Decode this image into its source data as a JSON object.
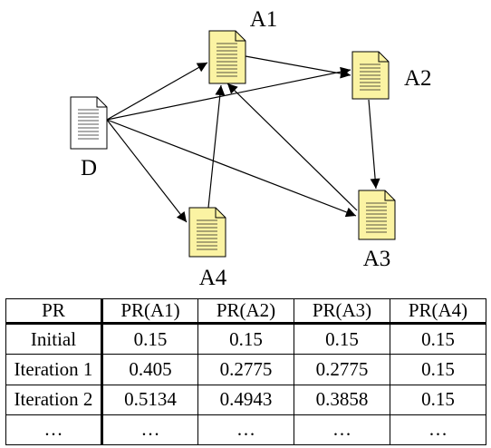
{
  "diagram": {
    "nodes": {
      "D": {
        "label": "D",
        "fill": "#ffffff"
      },
      "A1": {
        "label": "A1",
        "fill": "#fbf3a3"
      },
      "A2": {
        "label": "A2",
        "fill": "#fbf3a3"
      },
      "A3": {
        "label": "A3",
        "fill": "#fbf3a3"
      },
      "A4": {
        "label": "A4",
        "fill": "#fbf3a3"
      }
    },
    "edges": [
      [
        "D",
        "A1"
      ],
      [
        "D",
        "A2"
      ],
      [
        "D",
        "A3"
      ],
      [
        "D",
        "A4"
      ],
      [
        "A1",
        "A2"
      ],
      [
        "A2",
        "A3"
      ],
      [
        "A3",
        "A1"
      ],
      [
        "A4",
        "A1"
      ]
    ],
    "icon": "document-icon"
  },
  "table": {
    "headers": [
      "PR",
      "PR(A1)",
      "PR(A2)",
      "PR(A3)",
      "PR(A4)"
    ],
    "rows": [
      [
        "Initial",
        "0.15",
        "0.15",
        "0.15",
        "0.15"
      ],
      [
        "Iteration 1",
        "0.405",
        "0.2775",
        "0.2775",
        "0.15"
      ],
      [
        "Iteration 2",
        "0.5134",
        "0.4943",
        "0.3858",
        "0.15"
      ],
      [
        "…",
        "…",
        "…",
        "…",
        "…"
      ]
    ]
  }
}
